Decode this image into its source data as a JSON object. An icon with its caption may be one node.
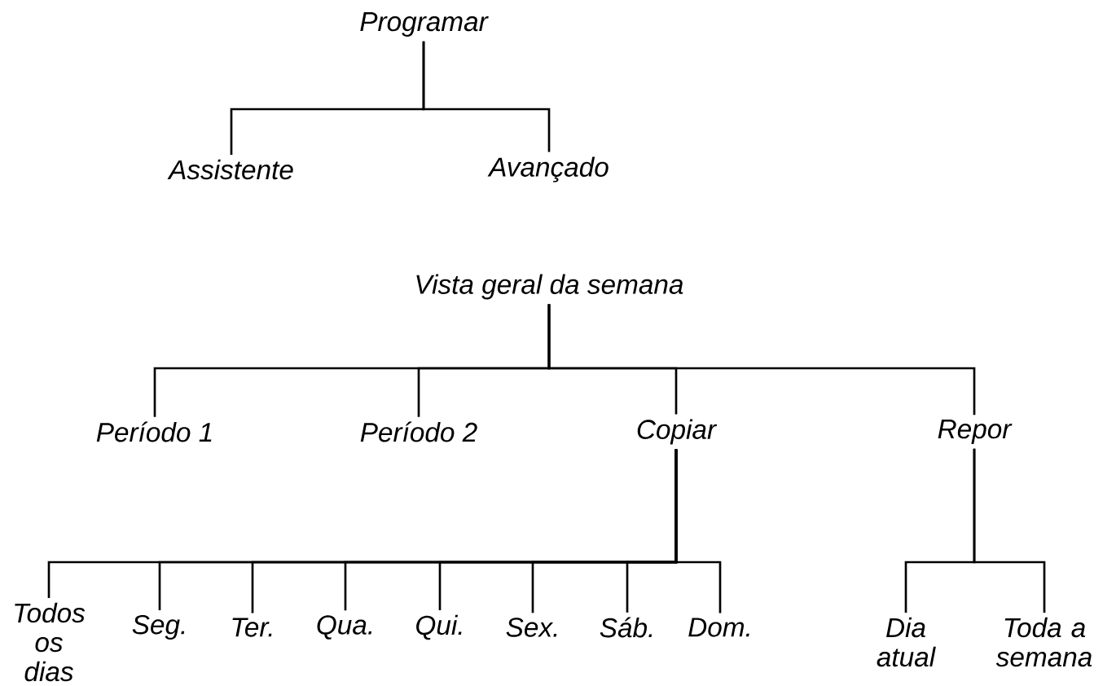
{
  "diagram": {
    "nodes": [
      {
        "text": [
          "Programar"
        ]
      },
      {
        "text": [
          "Assistente"
        ]
      },
      {
        "text": [
          "Avançado"
        ]
      },
      {
        "text": [
          "Vista geral da semana"
        ]
      },
      {
        "text": [
          "Período 1"
        ]
      },
      {
        "text": [
          "Período 2"
        ]
      },
      {
        "text": [
          "Copiar"
        ]
      },
      {
        "text": [
          "Repor"
        ]
      },
      {
        "text": [
          "Todos os dias"
        ]
      },
      {
        "text": [
          "Seg."
        ]
      },
      {
        "text": [
          "Ter."
        ]
      },
      {
        "text": [
          "Qua."
        ]
      },
      {
        "text": [
          "Qui."
        ]
      },
      {
        "text": [
          "Sex."
        ]
      },
      {
        "text": [
          "Sáb."
        ]
      },
      {
        "text": [
          "Dom."
        ]
      },
      {
        "text": [
          "Dia atual"
        ]
      },
      {
        "text": [
          "Toda a semana"
        ]
      }
    ],
    "edges": [
      {
        "from": 0,
        "to": 1,
        "arrow": "none"
      },
      {
        "from": 0,
        "to": 2,
        "arrow": "none"
      },
      {
        "from": 3,
        "to": 4,
        "arrow": "none"
      },
      {
        "from": 3,
        "to": 5,
        "arrow": "none"
      },
      {
        "from": 3,
        "to": 6,
        "arrow": "none"
      },
      {
        "from": 3,
        "to": 7,
        "arrow": "none"
      },
      {
        "from": 6,
        "to": 8,
        "arrow": "none"
      },
      {
        "from": 6,
        "to": 9,
        "arrow": "none"
      },
      {
        "from": 6,
        "to": 10,
        "arrow": "none"
      },
      {
        "from": 6,
        "to": 11,
        "arrow": "none"
      },
      {
        "from": 6,
        "to": 12,
        "arrow": "none"
      },
      {
        "from": 6,
        "to": 13,
        "arrow": "none"
      },
      {
        "from": 6,
        "to": 14,
        "arrow": "none"
      },
      {
        "from": 6,
        "to": 15,
        "arrow": "none"
      },
      {
        "from": 7,
        "to": 16,
        "arrow": "none"
      },
      {
        "from": 7,
        "to": 17,
        "arrow": "none"
      }
    ]
  }
}
